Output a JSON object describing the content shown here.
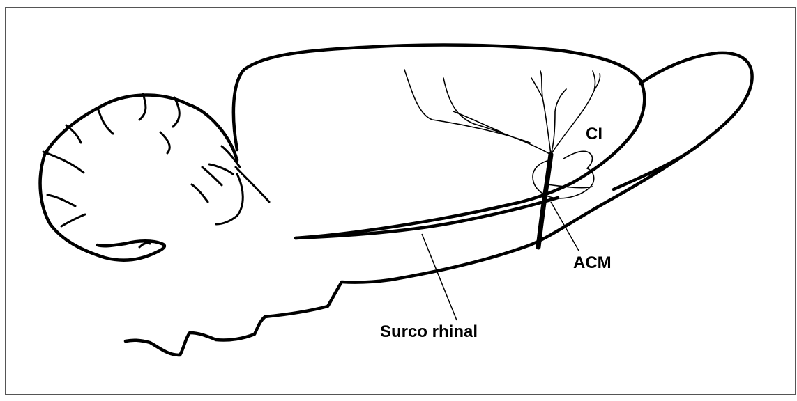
{
  "labels": {
    "ci": "CI",
    "acm": "ACM",
    "surco": "Surco rhinal"
  },
  "colors": {
    "stroke": "#000000",
    "frame": "#555555",
    "background": "#ffffff"
  }
}
